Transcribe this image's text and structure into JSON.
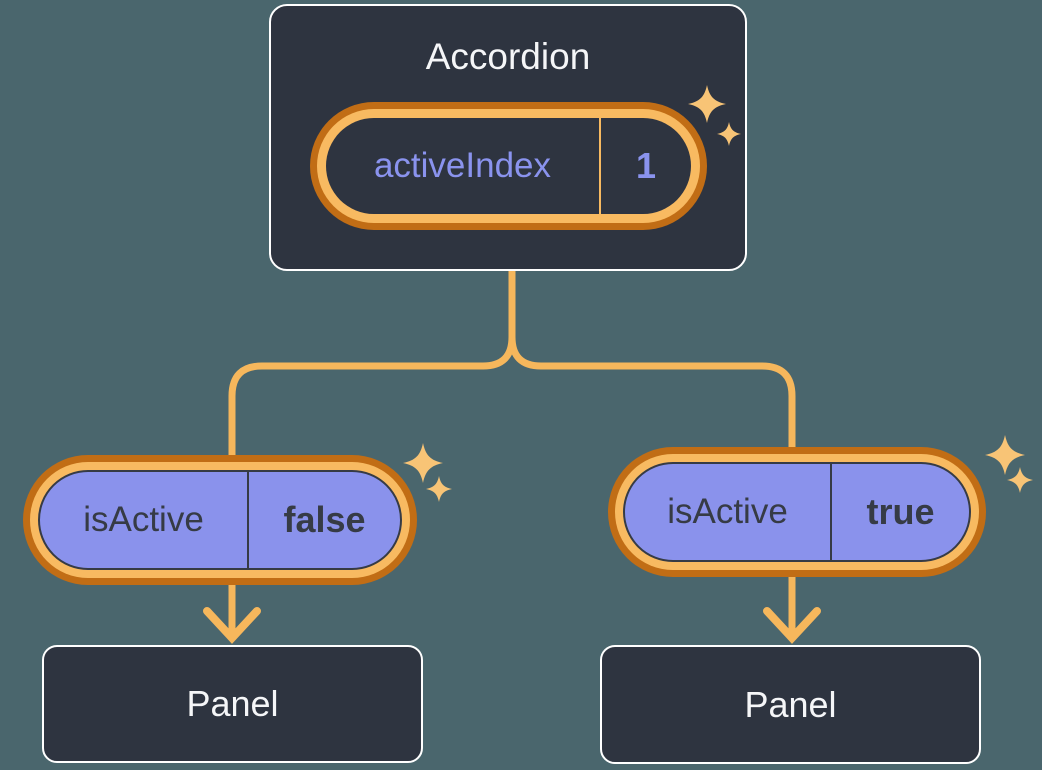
{
  "diagram": {
    "root": {
      "title": "Accordion",
      "state": {
        "label": "activeIndex",
        "value": "1"
      }
    },
    "children": [
      {
        "prop": {
          "label": "isActive",
          "value": "false"
        },
        "panel": {
          "label": "Panel"
        }
      },
      {
        "prop": {
          "label": "isActive",
          "value": "true"
        },
        "panel": {
          "label": "Panel"
        }
      }
    ],
    "icons": {
      "sparkle_icon": "✦",
      "arrow_down_icon": "↓"
    }
  },
  "theme": {
    "colors": {
      "bg": "#4a666d",
      "box": "#2e3440",
      "box-border": "#ffffff",
      "text-light": "#f5f6f8",
      "purple": "#8a92ec",
      "purple-text": "#8a93ee",
      "dark-text": "#363b45",
      "orange": "#f6b75c",
      "orange-ring": "#f8ba61",
      "orange-dark": "#c16d15",
      "sparkle": "#f8c476"
    }
  }
}
